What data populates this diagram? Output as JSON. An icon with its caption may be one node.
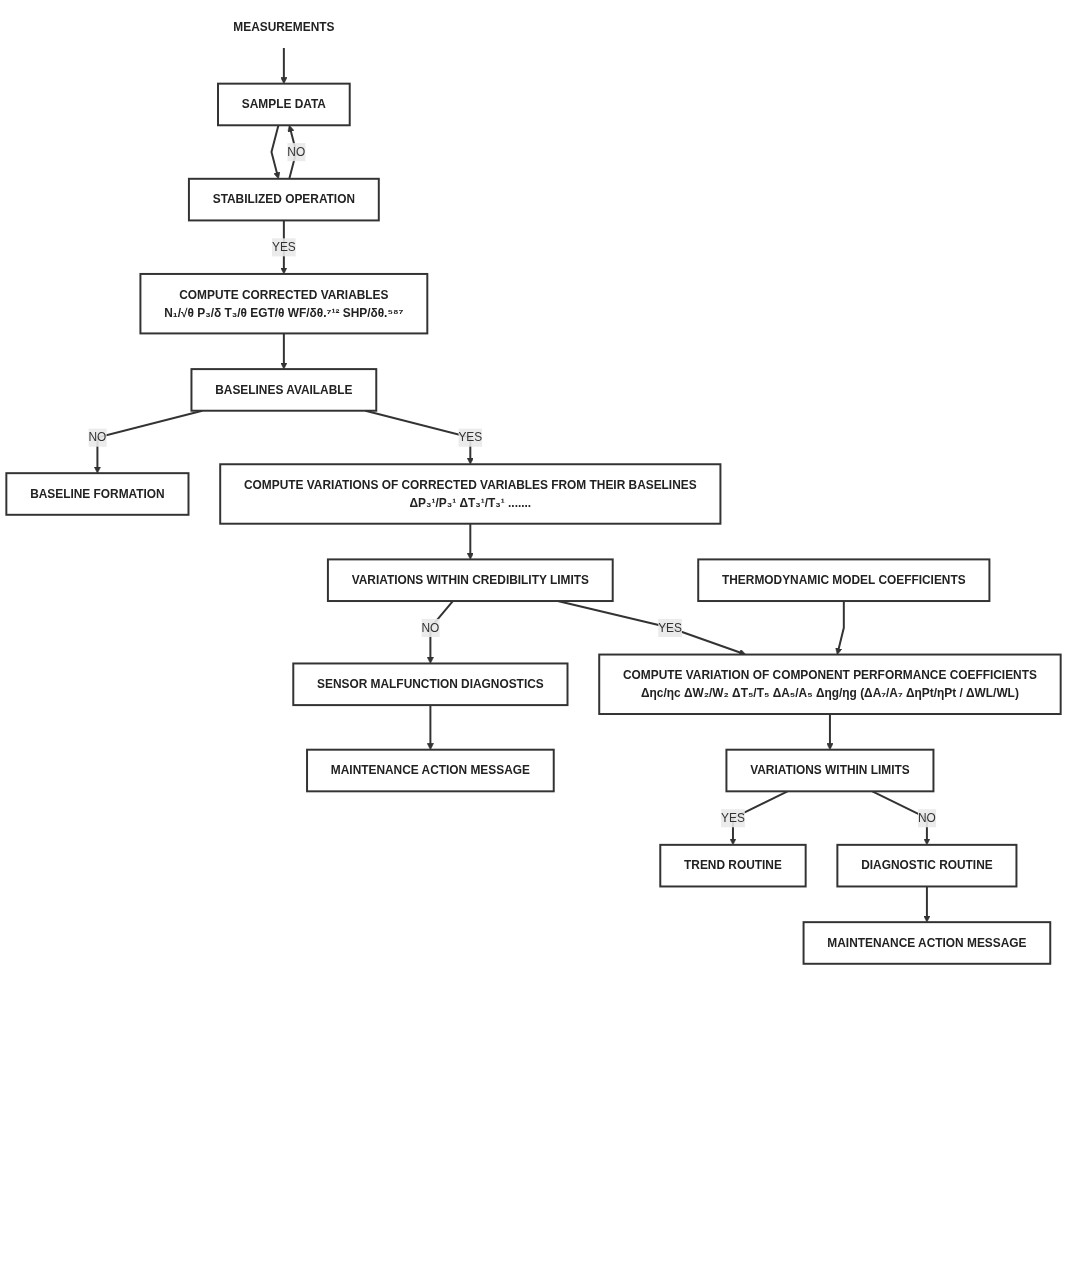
{
  "diagram": {
    "nodes": [
      {
        "text": [
          "MEASUREMENTS"
        ]
      },
      {
        "text": [
          "SAMPLE DATA"
        ]
      },
      {
        "text": [
          "STABILIZED OPERATION"
        ]
      },
      {
        "text": [
          "COMPUTE CORRECTED VARIABLES",
          "N₁/√θ P₃/δ T₃/θ EGT/θ WF/δθ.⁷¹² SHP/δθ.⁵⁸⁷"
        ]
      },
      {
        "text": [
          "BASELINES AVAILABLE"
        ]
      },
      {
        "text": [
          "BASELINE FORMATION"
        ]
      },
      {
        "text": [
          "COMPUTE VARIATIONS OF CORRECTED VARIABLES FROM THEIR BASELINES",
          "ΔP₃¹/P₃¹ ΔT₃¹/T₃¹ ......."
        ]
      },
      {
        "text": [
          "VARIATIONS WITHIN CREDIBILITY LIMITS"
        ]
      },
      {
        "text": [
          "SENSOR MALFUNCTION DIAGNOSTICS"
        ]
      },
      {
        "text": [
          "MAINTENANCE ACTION MESSAGE"
        ]
      },
      {
        "text": [
          "THERMODYNAMIC MODEL COEFFICIENTS"
        ]
      },
      {
        "text": [
          "COMPUTE VARIATION OF COMPONENT PERFORMANCE COEFFICIENTS",
          "Δηc/ηc ΔW₂/W₂ ΔT₅/T₅ ΔA₅/A₅ Δηg/ηg (ΔA₇/A₇ ΔηPt/ηPt / ΔWL/WL)"
        ]
      },
      {
        "text": [
          "VARIATIONS WITHIN LIMITS"
        ]
      },
      {
        "text": [
          "TREND ROUTINE"
        ]
      },
      {
        "text": [
          "DIAGNOSTIC ROUTINE"
        ]
      },
      {
        "text": [
          "MAINTENANCE ACTION MESSAGE"
        ]
      }
    ],
    "edges": [
      {
        "from": 0,
        "to": 1,
        "arrow": "to"
      },
      {
        "from": 1,
        "to": 2,
        "arrow": "to"
      },
      {
        "from": 2,
        "to": 1,
        "label": "NO",
        "arrow": "to"
      },
      {
        "from": 2,
        "to": 3,
        "label": "YES",
        "arrow": "to"
      },
      {
        "from": 3,
        "to": 4,
        "arrow": "to"
      },
      {
        "from": 4,
        "to": 5,
        "label": "NO",
        "arrow": "to"
      },
      {
        "from": 4,
        "to": 6,
        "label": "YES",
        "arrow": "to"
      },
      {
        "from": 6,
        "to": 7,
        "arrow": "to"
      },
      {
        "from": 7,
        "to": 8,
        "label": "NO",
        "arrow": "to"
      },
      {
        "from": 8,
        "to": 9,
        "arrow": "to"
      },
      {
        "from": 7,
        "to": 11,
        "label": "YES",
        "arrow": "to"
      },
      {
        "from": 10,
        "to": 11,
        "arrow": "to"
      },
      {
        "from": 11,
        "to": 12,
        "arrow": "to"
      },
      {
        "from": 12,
        "to": 13,
        "label": "YES",
        "arrow": "to"
      },
      {
        "from": 12,
        "to": 14,
        "label": "NO",
        "arrow": "to"
      },
      {
        "from": 14,
        "to": 15,
        "arrow": "to"
      }
    ]
  }
}
